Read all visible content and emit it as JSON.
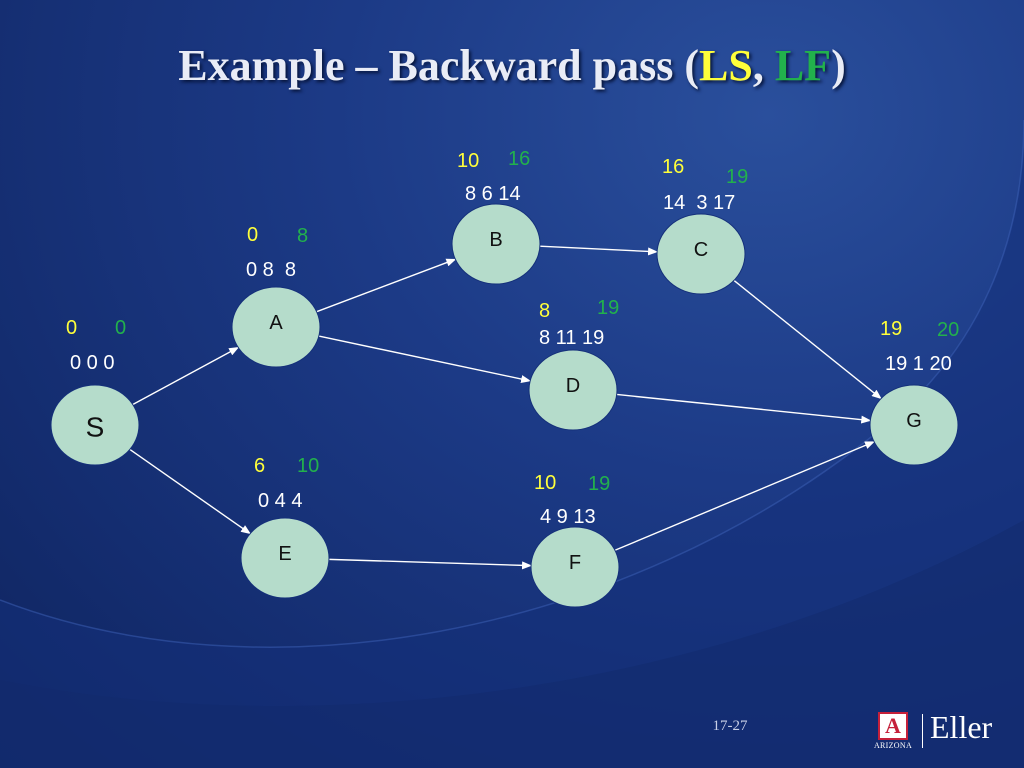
{
  "title": {
    "prefix": "Example – Backward pass (",
    "ls": "LS",
    "sep": ", ",
    "lf": "LF",
    "suffix": ")"
  },
  "colors": {
    "ls": "#ffff3a",
    "lf": "#22b14c",
    "node_fill": "#b5dccb",
    "background": "#1c3a86"
  },
  "nodes": [
    {
      "id": "S",
      "label": "S",
      "ls": "0",
      "lf": "0",
      "es_d_ef": "0 0 0"
    },
    {
      "id": "A",
      "label": "A",
      "ls": "0",
      "lf": "8",
      "es_d_ef": "0 8  8"
    },
    {
      "id": "B",
      "label": "B",
      "ls": "10",
      "lf": "16",
      "es_d_ef": "8 6 14"
    },
    {
      "id": "C",
      "label": "C",
      "ls": "16",
      "lf": "19",
      "es_d_ef": "14  3 17"
    },
    {
      "id": "D",
      "label": "D",
      "ls": "8",
      "lf": "19",
      "es_d_ef": "8 11 19"
    },
    {
      "id": "E",
      "label": "E",
      "ls": "6",
      "lf": "10",
      "es_d_ef": "0 4 4"
    },
    {
      "id": "F",
      "label": "F",
      "ls": "10",
      "lf": "19",
      "es_d_ef": "4 9 13"
    },
    {
      "id": "G",
      "label": "G",
      "ls": "19",
      "lf": "20",
      "es_d_ef": "19 1 20"
    }
  ],
  "edges": [
    {
      "from": "S",
      "to": "A"
    },
    {
      "from": "S",
      "to": "E"
    },
    {
      "from": "A",
      "to": "B"
    },
    {
      "from": "A",
      "to": "D"
    },
    {
      "from": "B",
      "to": "C"
    },
    {
      "from": "C",
      "to": "G"
    },
    {
      "from": "D",
      "to": "G"
    },
    {
      "from": "E",
      "to": "F"
    },
    {
      "from": "F",
      "to": "G"
    }
  ],
  "footer": {
    "slide_number": "17-27",
    "logo_mark": "A",
    "logo_sub": "ARIZONA",
    "logo_name": "Eller"
  }
}
